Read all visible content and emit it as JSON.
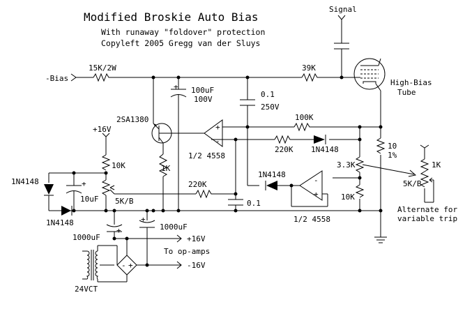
{
  "title": "Modified Broskie Auto Bias",
  "subtitle_1": "With runaway \"foldover\" protection",
  "subtitle_2": "Copyleft 2005 Gregg van der Sluys",
  "labels": {
    "signal": "Signal",
    "bias_in": "-Bias",
    "r_15k": "15K/2W",
    "r_39k": "39K",
    "c_100uf_a": "100uF",
    "c_100uf_b": "100V",
    "c_01_a": "0.1",
    "c_01_b": "250V",
    "tube_a": "High-Bias",
    "tube_b": "Tube",
    "transistor": "2SA1380",
    "plus16_top": "+16V",
    "opamp_top": "1/2 4558",
    "r_100k": "100K",
    "r_220k_top": "220K",
    "d_1n4148_mid": "1N4148",
    "r_10_a": "10",
    "r_10_b": "1%",
    "r_1k_right": "1K",
    "r_3_3k": "3.3K",
    "pot_5kb_right": "5K/B",
    "r_10k_left": "10K",
    "r_1k_mid": "1K",
    "d_1n4148_left_a": "1N4148",
    "d_1n4148_left_b": "1N4148",
    "c_10uf": "10uF",
    "plus_sign": "+",
    "pot_5kb_left": "5K/B",
    "r_220k_bottom": "220K",
    "d_1n4148_bottom": "1N4148",
    "c_01_bottom": "0.1",
    "r_10k_right": "10K",
    "opamp_bottom": "1/2 4558",
    "alt_a": "Alternate for",
    "alt_b": "variable trip",
    "c_1000uf_left": "1000uF",
    "c_1000uf_right": "1000uF",
    "plus16_out": "+16V",
    "to_opamps": "To op-amps",
    "minus16_out": "-16V",
    "transformer": "24VCT"
  },
  "colors": {
    "line": "#000000",
    "background": "#ffffff"
  }
}
